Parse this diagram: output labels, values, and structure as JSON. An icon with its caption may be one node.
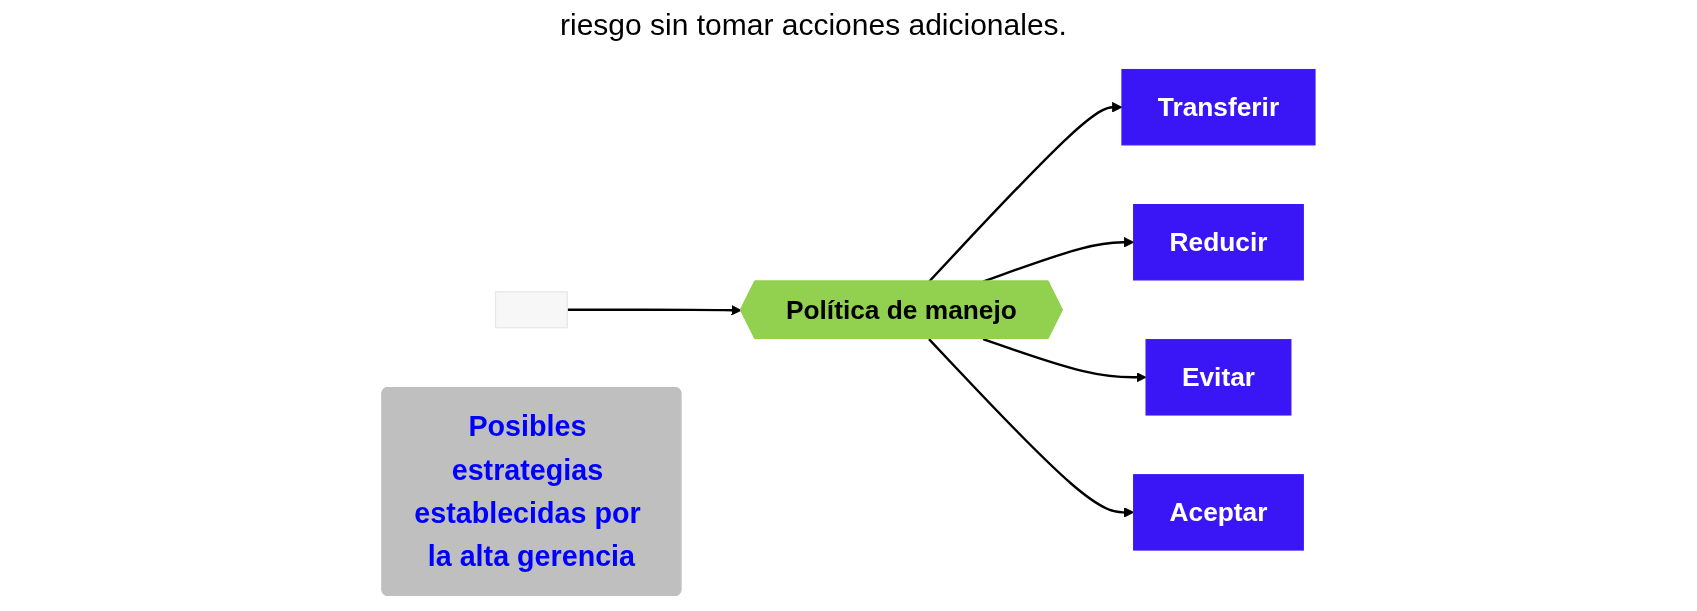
{
  "diagram": {
    "nodes": [
      {
        "text": [],
        "shape": "box"
      },
      {
        "text": [
          "Política de manejo"
        ]
      },
      {
        "text": [
          "Transferir"
        ]
      },
      {
        "text": [
          "Reducir"
        ]
      },
      {
        "text": [
          "Evitar"
        ]
      },
      {
        "text": [
          "Aceptar"
        ]
      },
      {
        "text": [
          "Posibles estrategias establecidas por la alta gerencia"
        ]
      }
    ],
    "edges": [
      {
        "from": 0,
        "to": 1,
        "arrow": "to"
      },
      {
        "from": 1,
        "to": 2,
        "arrow": "to"
      },
      {
        "from": 1,
        "to": 3,
        "arrow": "to"
      },
      {
        "from": 1,
        "to": 4,
        "arrow": "to"
      },
      {
        "from": 1,
        "to": 5,
        "arrow": "to"
      }
    ],
    "labels": [
      "riesgo sin tomar acciones adicionales."
    ]
  }
}
